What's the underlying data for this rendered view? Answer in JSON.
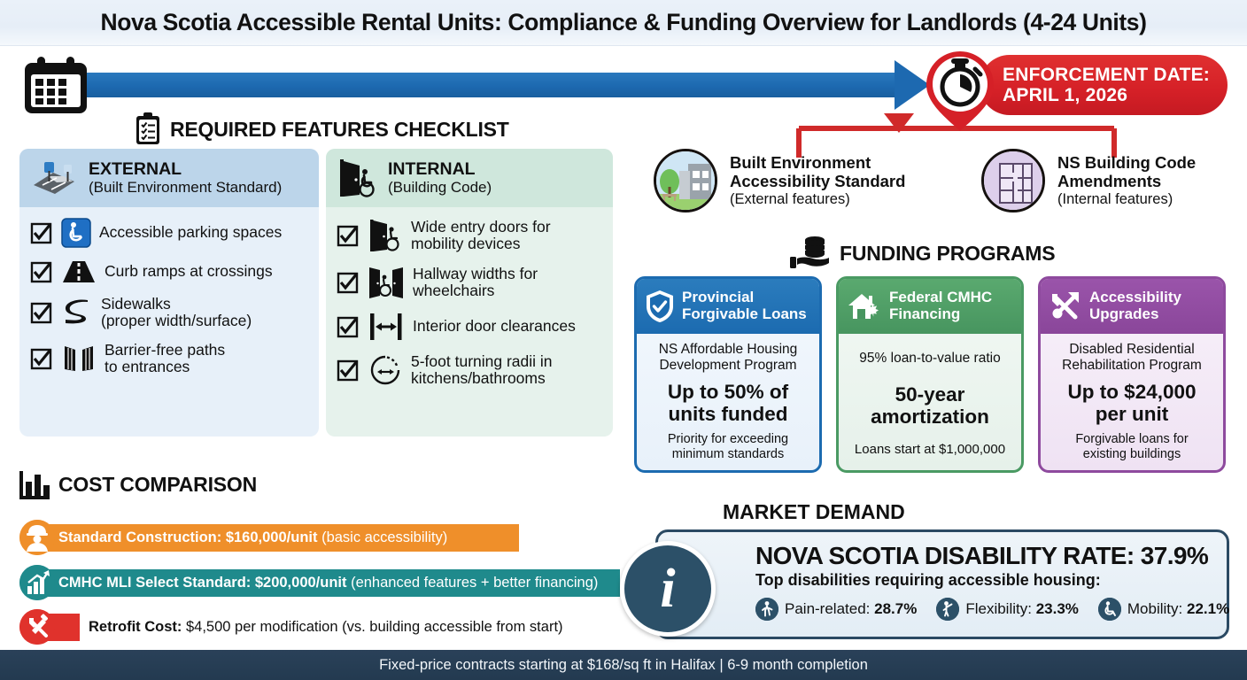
{
  "title": "Nova Scotia Accessible Rental Units: Compliance & Funding Overview for Landlords (4-24 Units)",
  "timeline": {
    "calendar_icon": "calendar-icon",
    "arrow_icon": "right-arrow-icon",
    "pin_icon": "stopwatch-pin-icon",
    "enforcement_line1": "ENFORCEMENT DATE:",
    "enforcement_line2": "APRIL 1, 2026",
    "accent_blue": "#1d69b0",
    "accent_red": "#d52027"
  },
  "checklist": {
    "heading": "REQUIRED FEATURES CHECKLIST",
    "heading_icon": "clipboard-checklist-icon",
    "external": {
      "icon": "parking-lot-icon",
      "title": "EXTERNAL",
      "subtitle": "(Built Environment Standard)",
      "items": [
        {
          "icon": "wheelchair-parking-icon",
          "text": "Accessible parking spaces",
          "sub": ""
        },
        {
          "icon": "curb-ramp-icon",
          "text": "Curb ramps at crossings",
          "sub": ""
        },
        {
          "icon": "sidewalk-icon",
          "text": "Sidewalks",
          "sub": "(proper width/surface)"
        },
        {
          "icon": "open-gate-icon",
          "text": "Barrier-free paths",
          "sub": "to entrances"
        }
      ]
    },
    "internal": {
      "icon": "door-wheelchair-icon",
      "title": "INTERNAL",
      "subtitle": "(Building Code)",
      "items": [
        {
          "icon": "wide-door-wheelchair-icon",
          "text": "Wide entry doors for",
          "sub": "mobility devices"
        },
        {
          "icon": "hallway-wheelchair-icon",
          "text": "Hallway widths for",
          "sub": "wheelchairs"
        },
        {
          "icon": "door-clearance-arrow-icon",
          "text": "Interior door clearances",
          "sub": ""
        },
        {
          "icon": "turning-radius-icon",
          "text": "5-foot turning radii in",
          "sub": "kitchens/bathrooms"
        }
      ]
    }
  },
  "standards": [
    {
      "icon": "building-tree-icon",
      "line1": "Built Environment",
      "line2": "Accessibility Standard",
      "line3": "(External features)"
    },
    {
      "icon": "floor-plan-icon",
      "line1": "NS Building Code",
      "line2": "Amendments",
      "line3": "(Internal features)"
    }
  ],
  "funding": {
    "heading": "FUNDING PROGRAMS",
    "heading_icon": "hand-coins-icon",
    "cards": [
      {
        "icon": "shield-check-icon",
        "title_line1": "Provincial",
        "title_line2": "Forgivable Loans",
        "program_line1": "NS Affordable Housing",
        "program_line2": "Development Program",
        "highlight_line1": "Up to 50% of",
        "highlight_line2": "units funded",
        "note_line1": "Priority for exceeding",
        "note_line2": "minimum standards",
        "color": "#1c6bb0"
      },
      {
        "icon": "house-maple-leaf-icon",
        "title_line1": "Federal CMHC",
        "title_line2": "Financing",
        "program_line1": "95% loan-to-value ratio",
        "program_line2": "",
        "highlight_line1": "50-year",
        "highlight_line2": "amortization",
        "note_line1": "Loans start at $1,000,000",
        "note_line2": "",
        "color": "#47955f"
      },
      {
        "icon": "wrench-upgrade-icon",
        "title_line1": "Accessibility",
        "title_line2": "Upgrades",
        "program_line1": "Disabled Residential",
        "program_line2": "Rehabilitation Program",
        "highlight_line1": "Up to $24,000",
        "highlight_line2": "per unit",
        "note_line1": "Forgivable loans for",
        "note_line2": "existing buildings",
        "color": "#8a469a"
      }
    ]
  },
  "cost": {
    "heading": "COST COMPARISON",
    "heading_icon": "bar-chart-icon",
    "rows": [
      {
        "icon": "construction-worker-icon",
        "bold": "Standard Construction: $160,000/unit",
        "light": " (basic accessibility)",
        "color": "#ef8f2a"
      },
      {
        "icon": "growth-chart-icon",
        "bold": "CMHC MLI Select Standard: $200,000/unit",
        "light": " (enhanced features + better financing)",
        "color": "#1f8a8c"
      },
      {
        "icon": "tools-icon",
        "bold": "Retrofit Cost:",
        "light": " $4,500 per modification (vs. building accessible from start)",
        "color": "#e0322c"
      }
    ]
  },
  "market": {
    "heading": "MARKET DEMAND",
    "info_icon": "info-icon",
    "title": "NOVA SCOTIA DISABILITY RATE: 37.9%",
    "subtitle": "Top disabilities requiring accessible housing:",
    "stats": [
      {
        "icon": "pain-person-icon",
        "label": "Pain-related:",
        "value": "28.7%"
      },
      {
        "icon": "flexibility-person-icon",
        "label": "Flexibility:",
        "value": "23.3%"
      },
      {
        "icon": "wheelchair-icon",
        "label": "Mobility:",
        "value": "22.1%"
      }
    ]
  },
  "footer": {
    "text": "Fixed-price contracts starting at $168/sq ft in Halifax  |  6-9 month completion"
  }
}
